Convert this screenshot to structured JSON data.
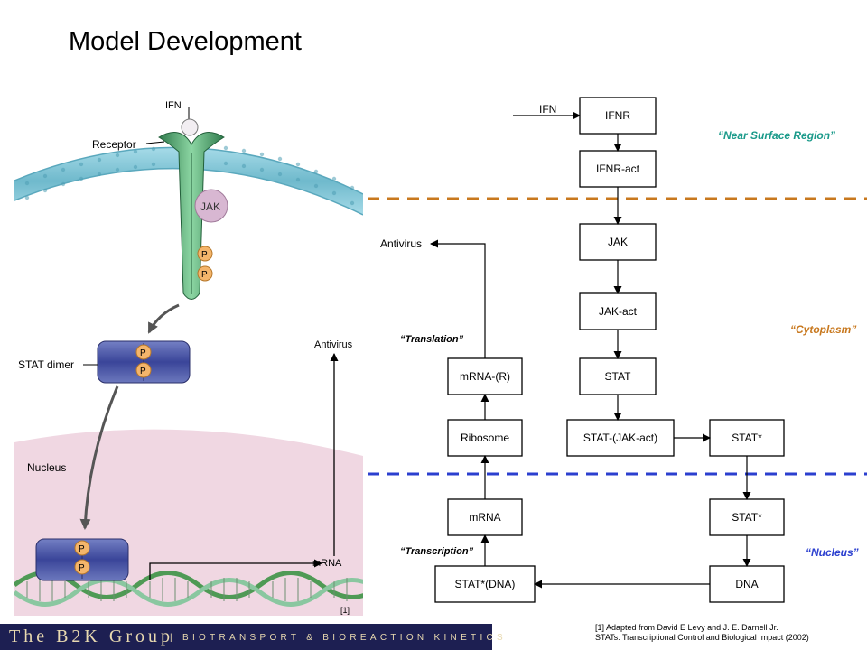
{
  "title": "Model Development",
  "illustration": {
    "labels": {
      "ifn": "IFN",
      "receptor": "Receptor",
      "jak": "JAK",
      "p": "P",
      "stat_dimer": "STAT dimer",
      "nucleus": "Nucleus",
      "antivirus": "Antivirus",
      "mrna": "mRNA",
      "ref": "[1]"
    }
  },
  "flowchart": {
    "input_label": "IFN",
    "boxes": {
      "ifnr": "IFNR",
      "ifnr_act": "IFNR-act",
      "jak": "JAK",
      "jak_act": "JAK-act",
      "stat": "STAT",
      "stat_jak_act": "STAT-(JAK-act)",
      "stat_star_1": "STAT*",
      "stat_star_2": "STAT*",
      "dna": "DNA",
      "stat_star_dna": "STAT*(DNA)",
      "mrna": "mRNA",
      "ribosome": "Ribosome",
      "mrna_r": "mRNA-(R)"
    },
    "output_label": "Antivirus",
    "process_labels": {
      "translation": "“Translation”",
      "transcription": "“Transcription”"
    },
    "regions": {
      "near_surface": {
        "label": "“Near Surface Region”",
        "color": "#1a9a8a"
      },
      "cytoplasm": {
        "label": "“Cytoplasm”",
        "color": "#c8781e"
      },
      "nucleus": {
        "label": "“Nucleus”",
        "color": "#2b3fcf"
      }
    },
    "dividers": {
      "membrane_color": "#c8781e",
      "nuclear_color": "#2b3fcf"
    }
  },
  "footer": {
    "brand": "The B2K Group",
    "tagline": "| BIOTRANSPORT & BIOREACTION KINETICS",
    "background": "#1d1f52"
  },
  "citation": {
    "line1": "[1] Adapted from David E Levy and J. E. Darnell Jr.",
    "line2": "STATs: Transcriptional Control and Biological Impact (2002)"
  }
}
